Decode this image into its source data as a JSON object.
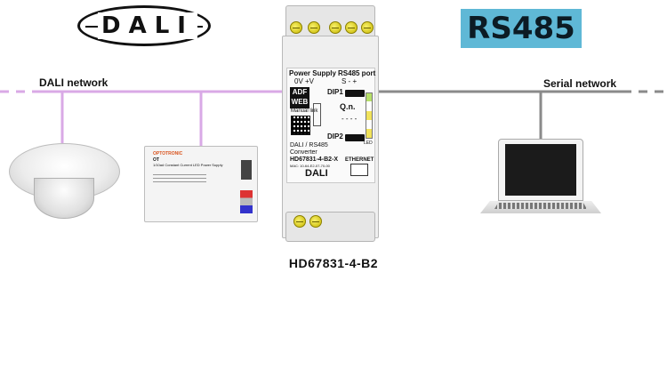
{
  "logos": {
    "dali": "DALI",
    "rs485": "RS485"
  },
  "networks": {
    "left_label": "DALI network",
    "right_label": "Serial network"
  },
  "device": {
    "power_supply_label": "Power Supply",
    "power_pins": "0V  +V",
    "rs485_port_label": "RS485 port",
    "rs485_pins": "S   -   +",
    "brand": "ADF WEB",
    "manual_link": "Manual link",
    "dip1": "DIP1",
    "dip2": "DIP2",
    "qn": "Q.n.",
    "dashes": "- - - -",
    "led": "LED",
    "ethernet": "ETHERNET",
    "desc": "DALI / RS485",
    "desc2": "Converter",
    "model_on_label": "HD67831-4-B2-X",
    "mac": "MAC: 10-64-E2-07-70-00",
    "bus_label": "DALI",
    "product_name": "HD67831-4-B2"
  },
  "driver": {
    "brand": "OPTOTRONIC",
    "model": "OT",
    "desc": "1/10ad Constant Current LED Power Supply"
  },
  "colors": {
    "dali_line": "#d9a9e6",
    "serial_line": "#8a8a8a",
    "rs485_bg": "#5fb8d6"
  }
}
